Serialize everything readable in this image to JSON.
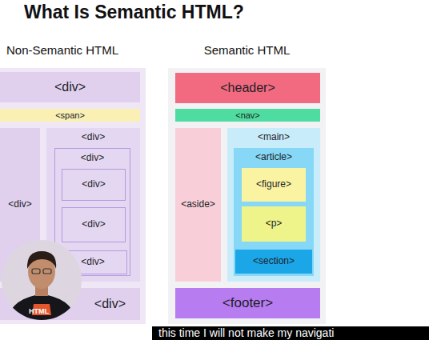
{
  "diagram": {
    "title": "What Is Semantic HTML?",
    "nodes": [
      {
        "text": [
          "Non-Semantic HTML"
        ]
      },
      {
        "text": [
          "<div>"
        ],
        "in": 0
      },
      {
        "text": [
          "<span>"
        ],
        "in": 0
      },
      {
        "text": [
          "<div>"
        ],
        "in": 0
      },
      {
        "text": [
          "<div>"
        ],
        "in": 0
      },
      {
        "text": [
          "<div>"
        ],
        "in": 4
      },
      {
        "text": [
          "<div>"
        ],
        "in": 5
      },
      {
        "text": [
          "<div>"
        ],
        "in": 5
      },
      {
        "text": [
          "<div>"
        ],
        "in": 5
      },
      {
        "text": [
          "<div>"
        ],
        "in": 0
      },
      {
        "text": [
          "Semantic HTML"
        ]
      },
      {
        "text": [
          "<header>"
        ],
        "in": 10
      },
      {
        "text": [
          "<nav>"
        ],
        "in": 10
      },
      {
        "text": [
          "<aside>"
        ],
        "in": 10
      },
      {
        "text": [
          "<main>"
        ],
        "in": 10
      },
      {
        "text": [
          "<article>"
        ],
        "in": 14
      },
      {
        "text": [
          "<figure>"
        ],
        "in": 15
      },
      {
        "text": [
          "<p>"
        ],
        "in": 15
      },
      {
        "text": [
          "<section>"
        ],
        "in": 15
      },
      {
        "text": [
          "<footer>"
        ],
        "in": 10
      }
    ],
    "labels": [
      "this time I will not make my navigati",
      "HTML"
    ]
  }
}
